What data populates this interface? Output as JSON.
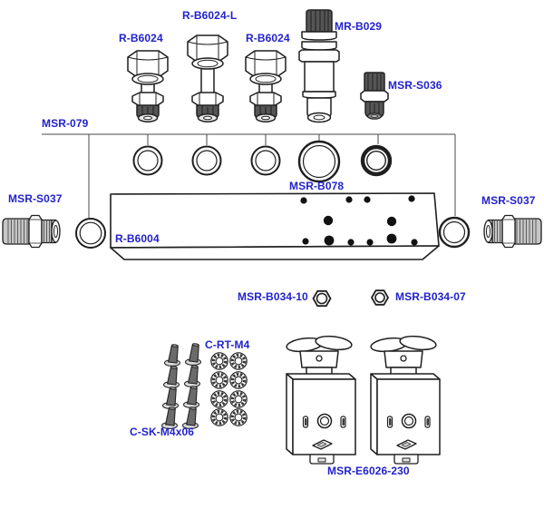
{
  "diagram": {
    "type": "exploded-parts-diagram",
    "labels": {
      "fitting_short_1": "R-B6024",
      "fitting_long": "R-B6024-L",
      "fitting_short_2": "R-B6024",
      "fitting_mr_b029": "MR-B029",
      "fitting_msr_s036": "MSR-S036",
      "oring_set": "MSR-079",
      "nipple_left": "MSR-S037",
      "nipple_right": "MSR-S037",
      "oring_large": "MSR-B078",
      "manifold_block": "R-B6004",
      "nut_10": "MSR-B034-10",
      "nut_07": "MSR-B034-07",
      "washers": "C-RT-M4",
      "screws": "C-SK-M4x06",
      "solenoid_valves": "MSR-E6026-230"
    },
    "colors": {
      "label_text": "#2222cc",
      "outline": "#1f1f1f",
      "dark_metal": "#555555",
      "thread_gray": "#c6c6c6"
    }
  }
}
